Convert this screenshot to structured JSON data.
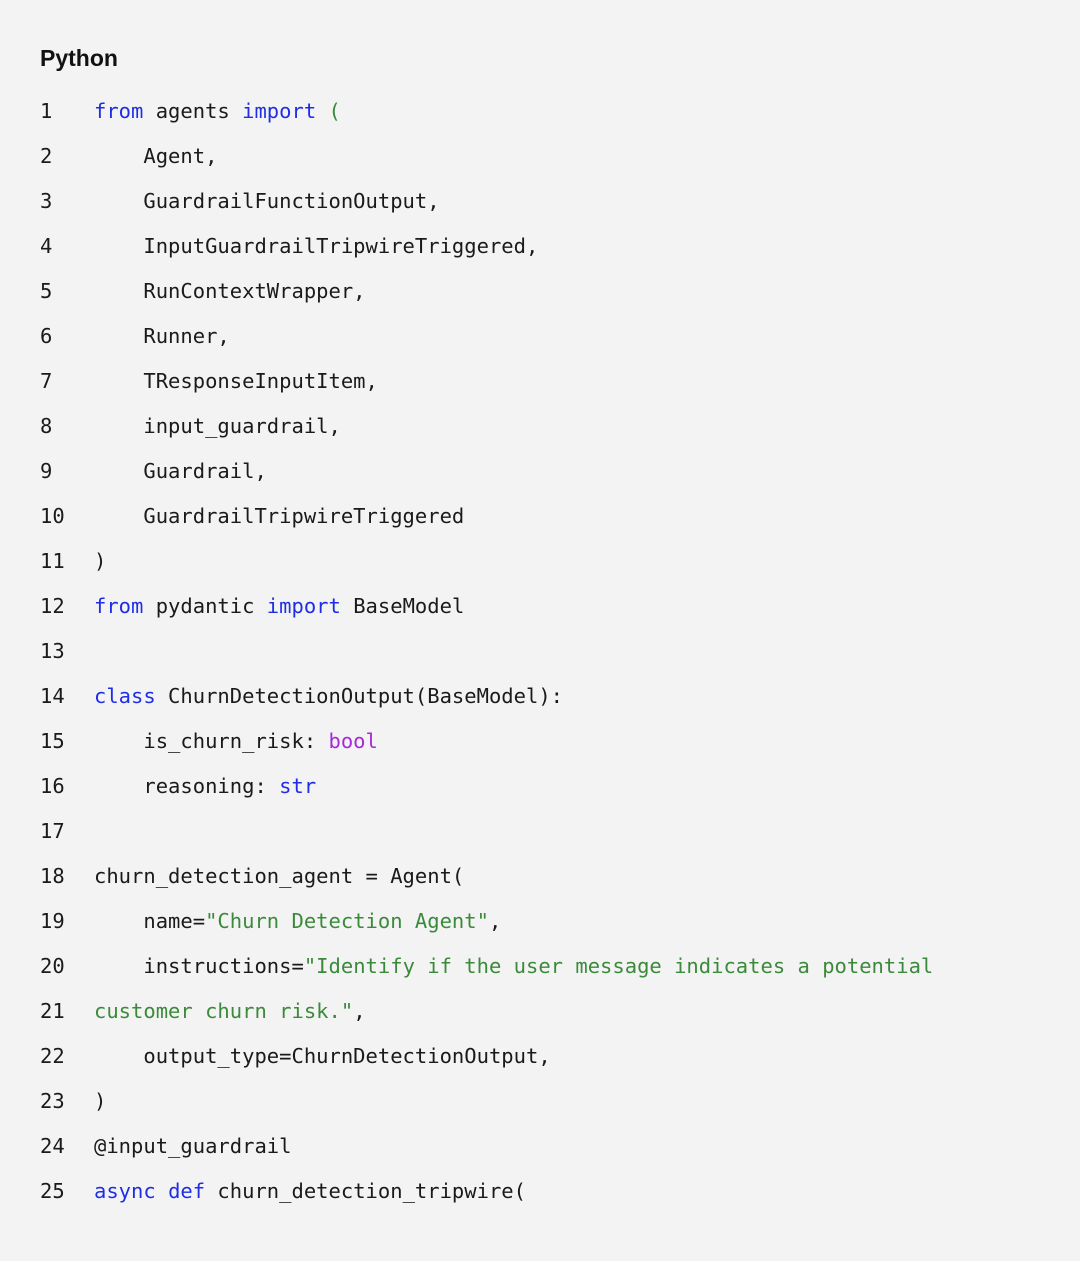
{
  "header": {
    "language": "Python"
  },
  "colors": {
    "background": "#f3f3f3",
    "keyword": "#1f2ee6",
    "builtin": "#a52ad6",
    "string": "#3b8a3b",
    "text": "#1a1a1a"
  },
  "code": {
    "lines": [
      {
        "no": "1",
        "tokens": [
          {
            "t": "from",
            "k": "keyword"
          },
          {
            "t": " agents ",
            "k": "plain"
          },
          {
            "t": "import",
            "k": "keyword"
          },
          {
            "t": " ",
            "k": "plain"
          },
          {
            "t": "(",
            "k": "punct-green"
          }
        ]
      },
      {
        "no": "2",
        "tokens": [
          {
            "t": "    Agent,",
            "k": "plain"
          }
        ]
      },
      {
        "no": "3",
        "tokens": [
          {
            "t": "    GuardrailFunctionOutput,",
            "k": "plain"
          }
        ]
      },
      {
        "no": "4",
        "tokens": [
          {
            "t": "    InputGuardrailTripwireTriggered,",
            "k": "plain"
          }
        ]
      },
      {
        "no": "5",
        "tokens": [
          {
            "t": "    RunContextWrapper,",
            "k": "plain"
          }
        ]
      },
      {
        "no": "6",
        "tokens": [
          {
            "t": "    Runner,",
            "k": "plain"
          }
        ]
      },
      {
        "no": "7",
        "tokens": [
          {
            "t": "    TResponseInputItem,",
            "k": "plain"
          }
        ]
      },
      {
        "no": "8",
        "tokens": [
          {
            "t": "    input_guardrail,",
            "k": "plain"
          }
        ]
      },
      {
        "no": "9",
        "tokens": [
          {
            "t": "    Guardrail,",
            "k": "plain"
          }
        ]
      },
      {
        "no": "10",
        "tokens": [
          {
            "t": "    GuardrailTripwireTriggered",
            "k": "plain"
          }
        ]
      },
      {
        "no": "11",
        "tokens": [
          {
            "t": ")",
            "k": "plain"
          }
        ]
      },
      {
        "no": "12",
        "tokens": [
          {
            "t": "from",
            "k": "keyword"
          },
          {
            "t": " pydantic ",
            "k": "plain"
          },
          {
            "t": "import",
            "k": "keyword"
          },
          {
            "t": " BaseModel",
            "k": "plain"
          }
        ]
      },
      {
        "no": "13",
        "tokens": []
      },
      {
        "no": "14",
        "tokens": [
          {
            "t": "class",
            "k": "keyword"
          },
          {
            "t": " ChurnDetectionOutput(BaseModel):",
            "k": "plain"
          }
        ]
      },
      {
        "no": "15",
        "tokens": [
          {
            "t": "    is_churn_risk: ",
            "k": "plain"
          },
          {
            "t": "bool",
            "k": "builtin"
          }
        ]
      },
      {
        "no": "16",
        "tokens": [
          {
            "t": "    reasoning: ",
            "k": "plain"
          },
          {
            "t": "str",
            "k": "type"
          }
        ]
      },
      {
        "no": "17",
        "tokens": []
      },
      {
        "no": "18",
        "tokens": [
          {
            "t": "churn_detection_agent = Agent(",
            "k": "plain"
          }
        ]
      },
      {
        "no": "19",
        "tokens": [
          {
            "t": "    name=",
            "k": "plain"
          },
          {
            "t": "\"Churn Detection Agent\"",
            "k": "string"
          },
          {
            "t": ",",
            "k": "plain"
          }
        ]
      },
      {
        "no": "20",
        "tokens": [
          {
            "t": "    instructions=",
            "k": "plain"
          },
          {
            "t": "\"Identify if the user message indicates a potential",
            "k": "string"
          }
        ]
      },
      {
        "no": "21",
        "tokens": [
          {
            "t": "customer churn risk.\"",
            "k": "string"
          },
          {
            "t": ",",
            "k": "plain"
          }
        ]
      },
      {
        "no": "22",
        "tokens": [
          {
            "t": "    output_type=ChurnDetectionOutput,",
            "k": "plain"
          }
        ]
      },
      {
        "no": "23",
        "tokens": [
          {
            "t": ")",
            "k": "plain"
          }
        ]
      },
      {
        "no": "24",
        "tokens": [
          {
            "t": "@input_guardrail",
            "k": "plain"
          }
        ]
      },
      {
        "no": "25",
        "tokens": [
          {
            "t": "async",
            "k": "keyword"
          },
          {
            "t": " ",
            "k": "plain"
          },
          {
            "t": "def",
            "k": "keyword"
          },
          {
            "t": " churn_detection_tripwire(",
            "k": "plain"
          }
        ]
      }
    ]
  }
}
